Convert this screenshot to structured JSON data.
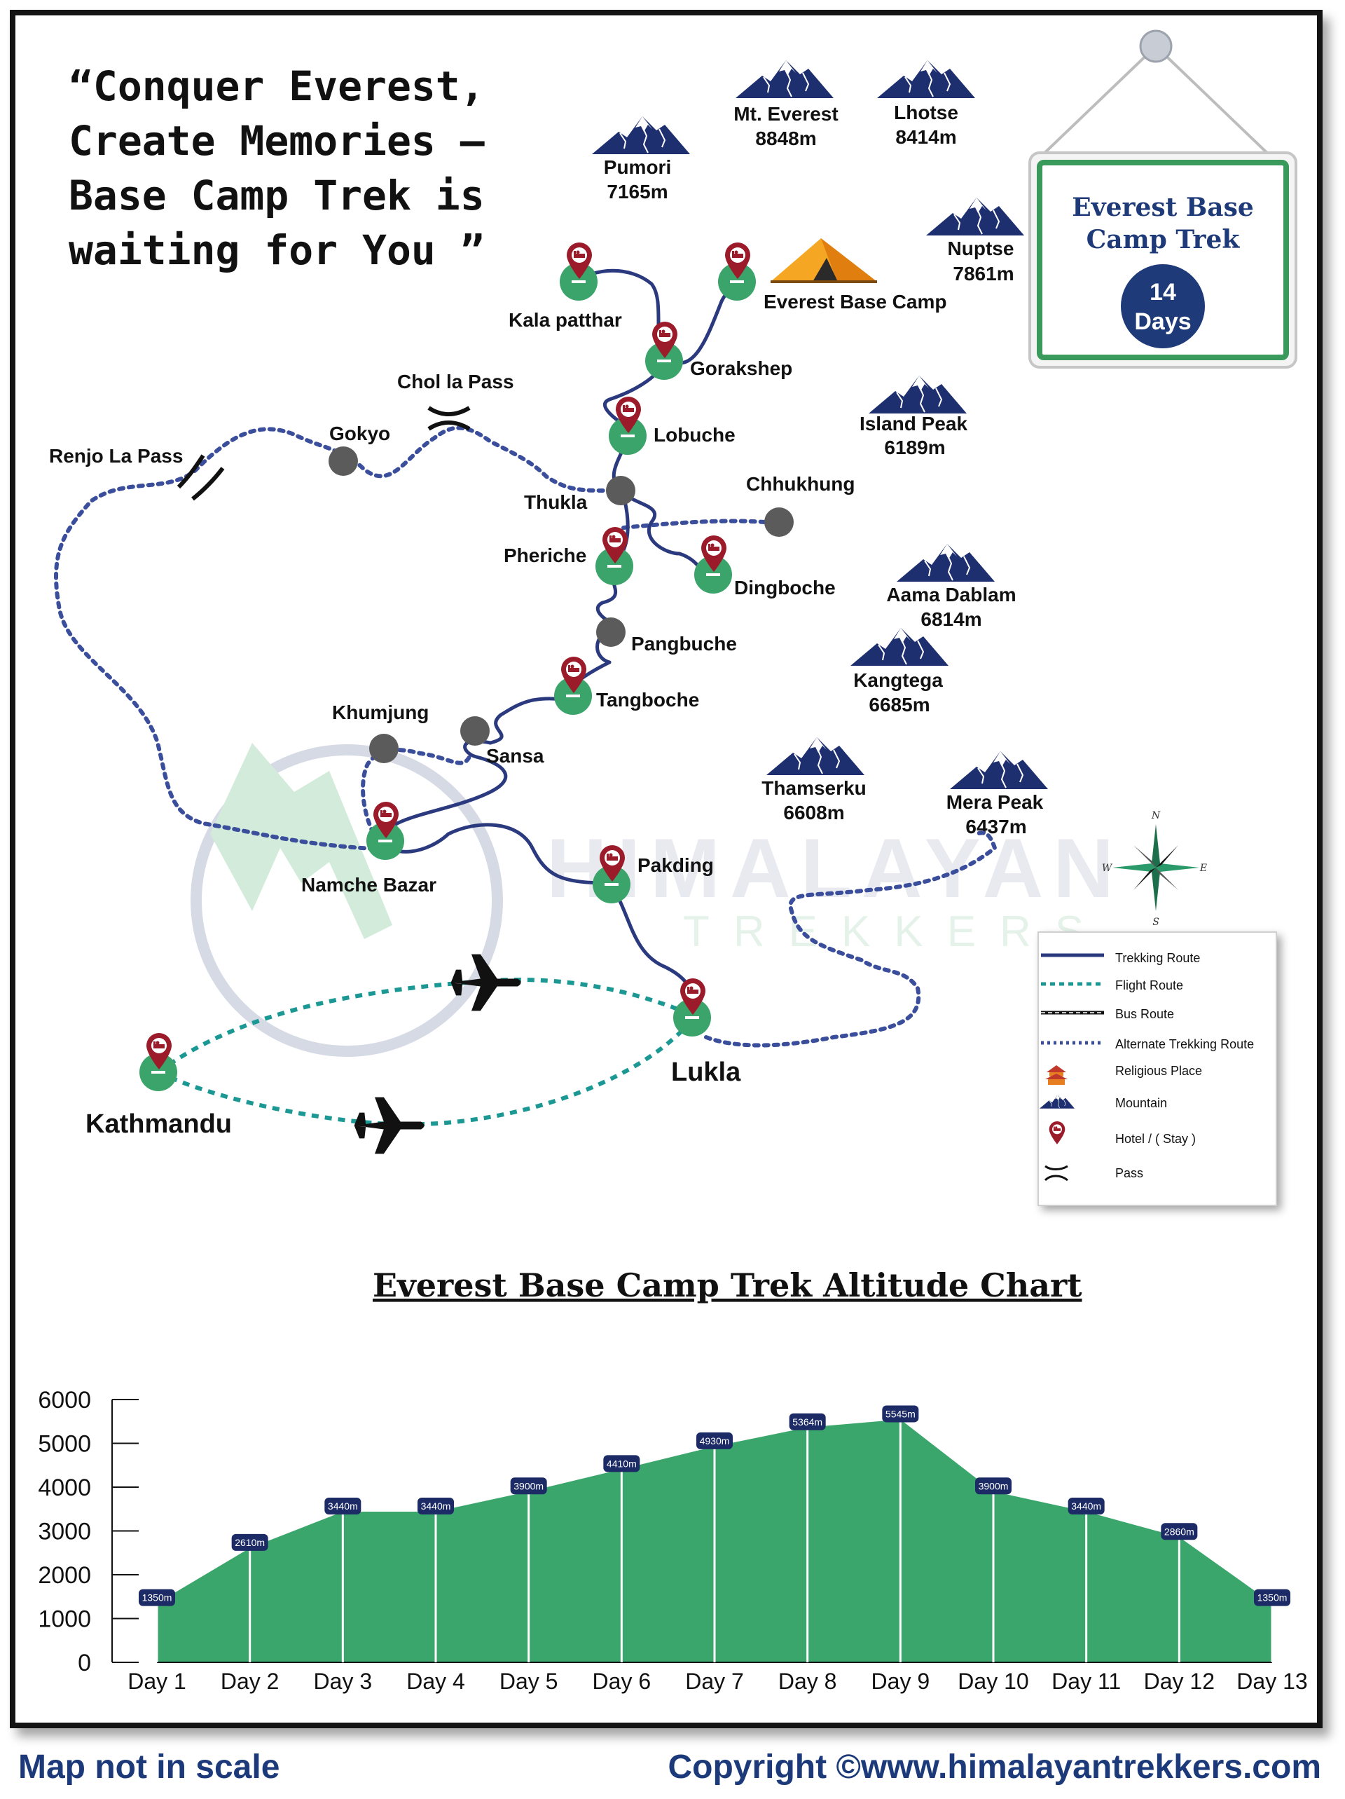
{
  "headline": [
    "“Conquer Everest,",
    "Create Memories –",
    "Base Camp Trek is",
    "waiting for You ”"
  ],
  "badge": {
    "title_line1": "Everest Base",
    "title_line2": "Camp Trek",
    "days_number": "14",
    "days_word": "Days"
  },
  "mountains": [
    {
      "key": "pumori",
      "name": "Pumori",
      "height": "7165m"
    },
    {
      "key": "everest",
      "name": "Mt. Everest",
      "height": "8848m"
    },
    {
      "key": "lhotse",
      "name": "Lhotse",
      "height": "8414m"
    },
    {
      "key": "nuptse",
      "name": "Nuptse",
      "height": "7861m"
    },
    {
      "key": "island",
      "name": "Island Peak",
      "height": "6189m"
    },
    {
      "key": "amadablam",
      "name": "Aama Dablam",
      "height": "6814m"
    },
    {
      "key": "kangtega",
      "name": "Kangtega",
      "height": "6685m"
    },
    {
      "key": "thamserku",
      "name": "Thamserku",
      "height": "6608m"
    },
    {
      "key": "mera",
      "name": "Mera Peak",
      "height": "6437m"
    }
  ],
  "places": {
    "kalapatthar": "Kala patthar",
    "ebc": "Everest Base Camp",
    "gorakshep": "Gorakshep",
    "lobuche": "Lobuche",
    "thukla": "Thukla",
    "chhukhung": "Chhukhung",
    "pheriche": "Pheriche",
    "dingboche": "Dingboche",
    "pangbuche": "Pangbuche",
    "tangboche": "Tangboche",
    "khumjung": "Khumjung",
    "sansa": "Sansa",
    "namche": "Namche Bazar",
    "pakding": "Pakding",
    "lukla": "Lukla",
    "kathmandu": "Kathmandu",
    "gokyo": "Gokyo",
    "cholla": "Chol la Pass",
    "renjola": "Renjo La Pass"
  },
  "watermark": {
    "line1": "HIMALAYAN",
    "line2": "TREKKERS"
  },
  "compass": {
    "n": "N",
    "s": "S",
    "e": "E",
    "w": "W"
  },
  "legend": [
    {
      "label": "Trekking Route",
      "icon": "trekking-route-line"
    },
    {
      "label": "Flight Route",
      "icon": "flight-route-line"
    },
    {
      "label": "Bus Route",
      "icon": "bus-route-line"
    },
    {
      "label": "Alternate Trekking Route",
      "icon": "alternate-route-line"
    },
    {
      "label": "Religious Place",
      "icon": "temple-icon"
    },
    {
      "label": "Mountain",
      "icon": "mountain-icon"
    },
    {
      "label": "Hotel / ( Stay )",
      "icon": "hotel-pin-icon"
    },
    {
      "label": "Pass",
      "icon": "pass-icon"
    }
  ],
  "colors": {
    "trek": "#2b3a7e",
    "flight": "#1b9893",
    "alternate": "#3a4e9c",
    "pin": "#9c1b2a",
    "node": "#3aa46a",
    "chart_fill": "#3ba66b",
    "mountain": "#1e2f70",
    "badge_border": "#3a9a5c",
    "badge_text": "#1f3a78"
  },
  "chart_data": {
    "type": "area",
    "title": "Everest Base Camp Trek Altitude Chart",
    "categories": [
      "Day 1",
      "Day 2",
      "Day 3",
      "Day 4",
      "Day 5",
      "Day 6",
      "Day 7",
      "Day 8",
      "Day 9",
      "Day 10",
      "Day 11",
      "Day 12",
      "Day 13"
    ],
    "values": [
      1350,
      2610,
      3440,
      3440,
      3900,
      4410,
      4930,
      5364,
      5545,
      3900,
      3440,
      2860,
      1350
    ],
    "value_labels": [
      "1350m",
      "2610m",
      "3440m",
      "3440m",
      "3900m",
      "4410m",
      "4930m",
      "5364m",
      "5545m",
      "3900m",
      "3440m",
      "2860m",
      "1350m"
    ],
    "yticks": [
      0,
      1000,
      2000,
      3000,
      4000,
      5000,
      6000
    ],
    "ylim": [
      0,
      6000
    ],
    "grid": false
  },
  "footer": {
    "left": "Map not in scale",
    "right": "Copyright ©www.himalayantrekkers.com"
  }
}
